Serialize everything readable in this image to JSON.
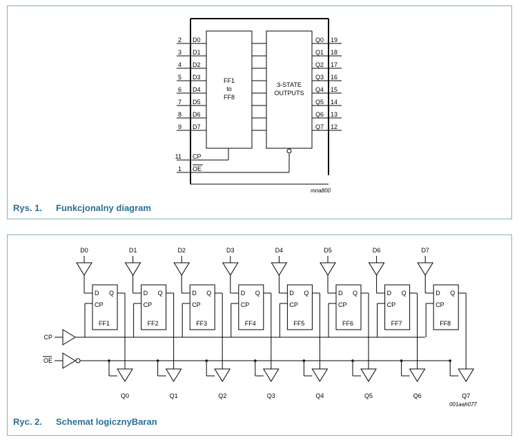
{
  "figure1": {
    "caption_number": "Rys. 1.",
    "caption_title": "Funkcjonalny diagram",
    "ff_block": [
      "FF1",
      "to",
      "FF8"
    ],
    "output_block": [
      "3-STATE",
      "OUTPUTS"
    ],
    "inputs": [
      {
        "pin": "2",
        "name": "D0"
      },
      {
        "pin": "3",
        "name": "D1"
      },
      {
        "pin": "4",
        "name": "D2"
      },
      {
        "pin": "5",
        "name": "D3"
      },
      {
        "pin": "6",
        "name": "D4"
      },
      {
        "pin": "7",
        "name": "D5"
      },
      {
        "pin": "8",
        "name": "D6"
      },
      {
        "pin": "9",
        "name": "D7"
      }
    ],
    "outputs": [
      {
        "pin": "19",
        "name": "Q0"
      },
      {
        "pin": "18",
        "name": "Q1"
      },
      {
        "pin": "17",
        "name": "Q2"
      },
      {
        "pin": "16",
        "name": "Q3"
      },
      {
        "pin": "15",
        "name": "Q4"
      },
      {
        "pin": "14",
        "name": "Q5"
      },
      {
        "pin": "13",
        "name": "Q6"
      },
      {
        "pin": "12",
        "name": "Q7"
      }
    ],
    "control": [
      {
        "pin": "11",
        "name": "CP"
      },
      {
        "pin": "1",
        "name": "OE"
      }
    ],
    "reference": "mna800"
  },
  "figure2": {
    "caption_number": "Ryc. 2.",
    "caption_title": "Schemat logicznyBaran",
    "d_labels": [
      "D0",
      "D1",
      "D2",
      "D3",
      "D4",
      "D5",
      "D6",
      "D7"
    ],
    "ff_labels": [
      "FF1",
      "FF2",
      "FF3",
      "FF4",
      "FF5",
      "FF6",
      "FF7",
      "FF8"
    ],
    "q_labels": [
      "Q0",
      "Q1",
      "Q2",
      "Q3",
      "Q4",
      "Q5",
      "Q6",
      "Q7"
    ],
    "pin_d": "D",
    "pin_q": "Q",
    "pin_cp": "CP",
    "cp_label": "CP",
    "oe_label": "OE",
    "reference": "001aah077"
  }
}
